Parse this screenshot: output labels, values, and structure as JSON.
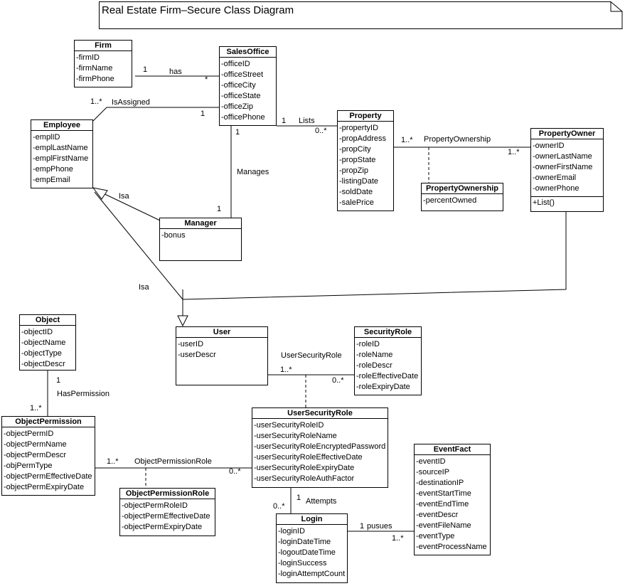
{
  "title": "Real Estate Firm–Secure Class Diagram",
  "classes": {
    "firm": {
      "name": "Firm",
      "attributes": [
        "-firmID",
        "-firmName",
        "-firmPhone"
      ]
    },
    "sales_office": {
      "name": "SalesOffice",
      "attributes": [
        "-officeID",
        "-officeStreet",
        "-officeCity",
        "-officeState",
        "-officeZip",
        "-officePhone"
      ]
    },
    "employee": {
      "name": "Employee",
      "attributes": [
        "-emplID",
        "-emplLastName",
        "-emplFirstName",
        "-empPhone",
        "-empEmail"
      ]
    },
    "property": {
      "name": "Property",
      "attributes": [
        "-propertyID",
        "-propAddress",
        "-propCity",
        "-propState",
        "-propZip",
        "-listingDate",
        "-soldDate",
        "-salePrice"
      ]
    },
    "property_ownership": {
      "name": "PropertyOwnership",
      "attributes": [
        "-percentOwned"
      ]
    },
    "property_owner": {
      "name": "PropertyOwner",
      "attributes": [
        "-ownerID",
        "-ownerLastName",
        "-ownerFirstName",
        "-ownerEmail",
        "-ownerPhone"
      ],
      "operations": [
        "+List()"
      ]
    },
    "manager": {
      "name": "Manager",
      "attributes": [
        "-bonus"
      ]
    },
    "object": {
      "name": "Object",
      "attributes": [
        "-objectID",
        "-objectName",
        "-objectType",
        "-objectDescr"
      ]
    },
    "user": {
      "name": "User",
      "attributes": [
        "-userID",
        "-userDescr"
      ]
    },
    "security_role": {
      "name": "SecurityRole",
      "attributes": [
        "-roleID",
        "-roleName",
        "-roleDescr",
        "-roleEffectiveDate",
        "-roleExpiryDate"
      ]
    },
    "object_permission": {
      "name": "ObjectPermission",
      "attributes": [
        "-objectPermID",
        "-objectPermName",
        "-objectPermDescr",
        "-objPermType",
        "-objectPermEffectiveDate",
        "-objectPermExpiryDate"
      ]
    },
    "user_security_role": {
      "name": "UserSecurityRole",
      "attributes": [
        "-userSecurityRoleID",
        "-userSecurityRoleName",
        "-userSecurityRoleEncryptedPassword",
        "-userSecurityRoleEffectiveDate",
        "-userSecurityRoleExpiryDate",
        "-userSecurityRoleAuthFactor"
      ]
    },
    "object_permission_role": {
      "name": "ObjectPermissionRole",
      "attributes": [
        "-objectPermRoleID",
        "-objectPermEffectiveDate",
        "-objectPermExpiryDate"
      ]
    },
    "event_fact": {
      "name": "EventFact",
      "attributes": [
        "-eventID",
        "-sourceIP",
        "-destinationIP",
        "-eventStartTime",
        "-eventEndTime",
        "-eventDescr",
        "-eventFileName",
        "-eventType",
        "-eventProcessName"
      ]
    },
    "login": {
      "name": "Login",
      "attributes": [
        "-loginID",
        "-loginDateTime",
        "-logoutDateTime",
        "-loginSuccess",
        "-loginAttemptCount"
      ]
    }
  },
  "labels": {
    "firm_mult": "1",
    "has": "has",
    "sales_office_mult_star": "*",
    "emp_mult": "1..*",
    "is_assigned": "IsAssigned",
    "office_emp_mult": "1",
    "office_lists_mult": "1",
    "lists": "Lists",
    "property_lists_mult": "0..*",
    "office_manager_mult": "1",
    "manages": "Manages",
    "manager_mult": "1",
    "property_owner_mult": "1..*",
    "property_ownership_assoc": "PropertyOwnership",
    "owner_property_mult": "1..*",
    "isa_manager": "Isa",
    "isa_user": "Isa",
    "user_security_role_assoc": "UserSecurityRole",
    "user_mult": "1..*",
    "security_role_mult": "0..*",
    "object_mult": "1",
    "has_permission": "HasPermission",
    "object_permission_mult": "1..*",
    "object_permission_role_assoc": "ObjectPermissionRole",
    "op_mult": "1..*",
    "usr_op_mult": "0..*",
    "usr_attempts_mult": "1",
    "attempts": "Attempts",
    "login_attempts_mult": "0..*",
    "login_pusues_mult": "1",
    "pusues": "pusues",
    "event_mult": "1..*"
  }
}
